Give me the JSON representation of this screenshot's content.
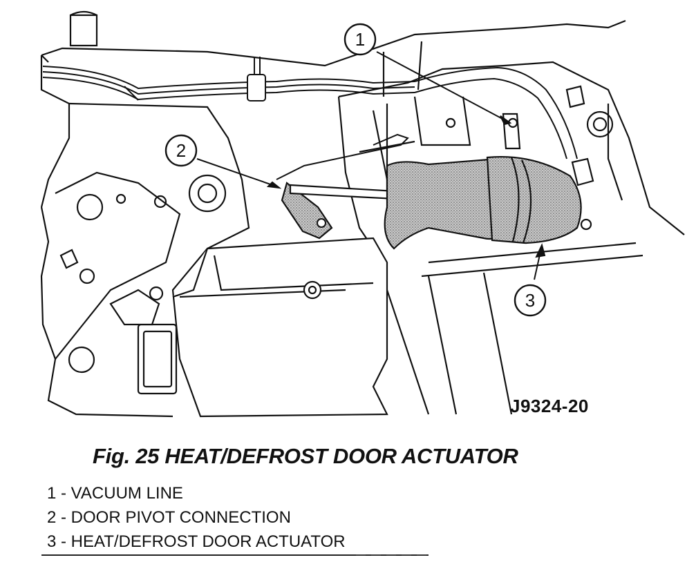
{
  "figure": {
    "id_code": "J9324-20",
    "caption": "Fig. 25 HEAT/DEFROST DOOR ACTUATOR"
  },
  "callouts": [
    {
      "number": "1"
    },
    {
      "number": "2"
    },
    {
      "number": "3"
    }
  ],
  "legend": [
    "1 - VACUUM LINE",
    "2 - DOOR PIVOT CONNECTION",
    "3 - HEAT/DEFROST DOOR ACTUATOR"
  ]
}
